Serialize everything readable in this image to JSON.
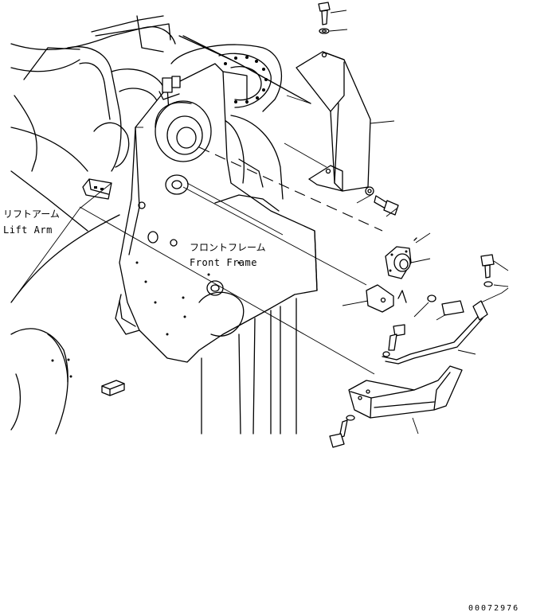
{
  "labels": {
    "lift_arm_jp": "リフトアーム",
    "lift_arm_en": "Lift Arm",
    "front_frame_jp": "フロントフレーム",
    "front_frame_en": "Front Frame"
  },
  "drawing_number": "00072976",
  "colors": {
    "line": "#000000",
    "background": "#ffffff"
  }
}
